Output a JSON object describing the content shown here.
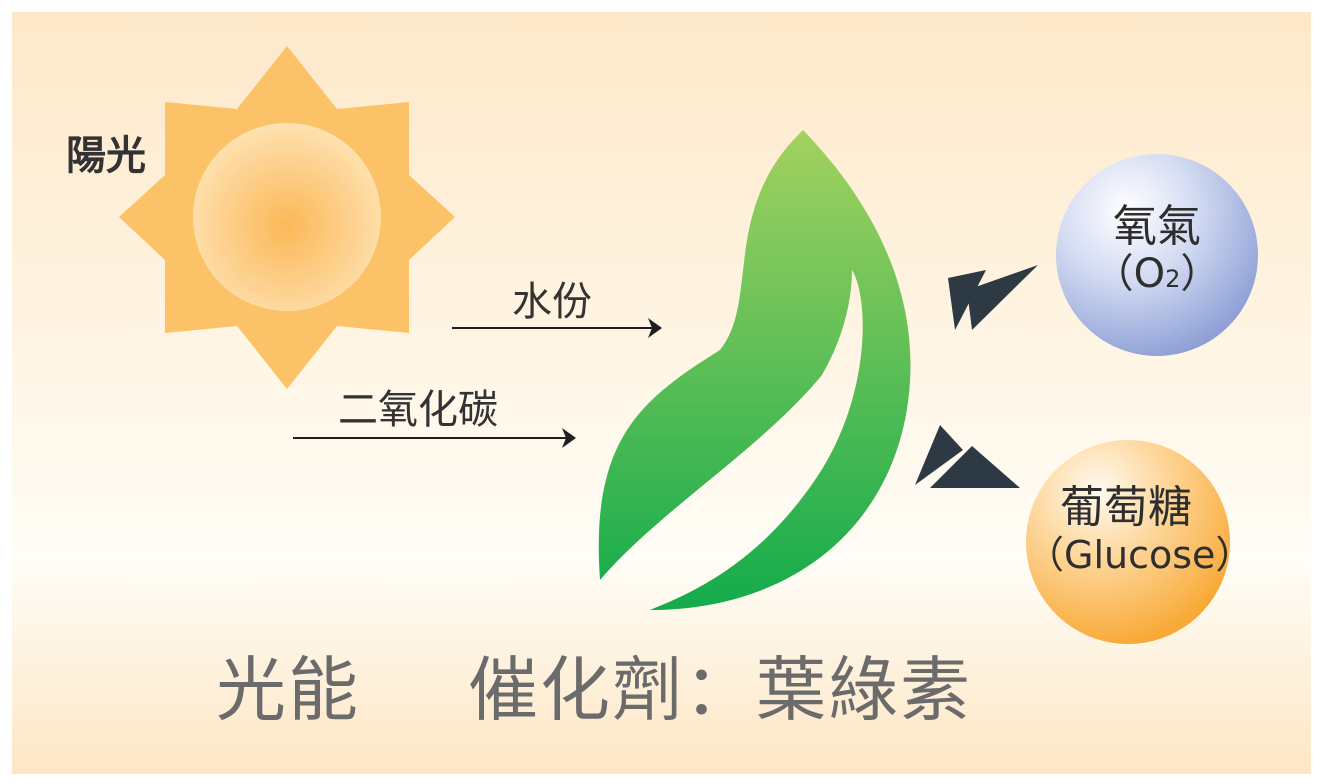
{
  "labels": {
    "sunlight": "陽光",
    "water": "水份",
    "carbon_dioxide": "二氧化碳",
    "light_energy": "光能",
    "catalyst": "催化劑：葉綠素"
  },
  "outputs": {
    "oxygen": {
      "name": "氧氣",
      "formula_open": "（O",
      "formula_sub": "2",
      "formula_close": "）"
    },
    "glucose": {
      "name": "葡萄糖",
      "formula": "（Glucose）"
    }
  },
  "colors": {
    "sun_rays": "#fcc267",
    "sun_core": "#fcb857",
    "leaf_top": "#a3d160",
    "leaf_bottom": "#13ab4c",
    "arrow_dark": "#2d3a44",
    "oxygen_ball": "#93a6d9",
    "glucose_ball": "#f9a934"
  }
}
